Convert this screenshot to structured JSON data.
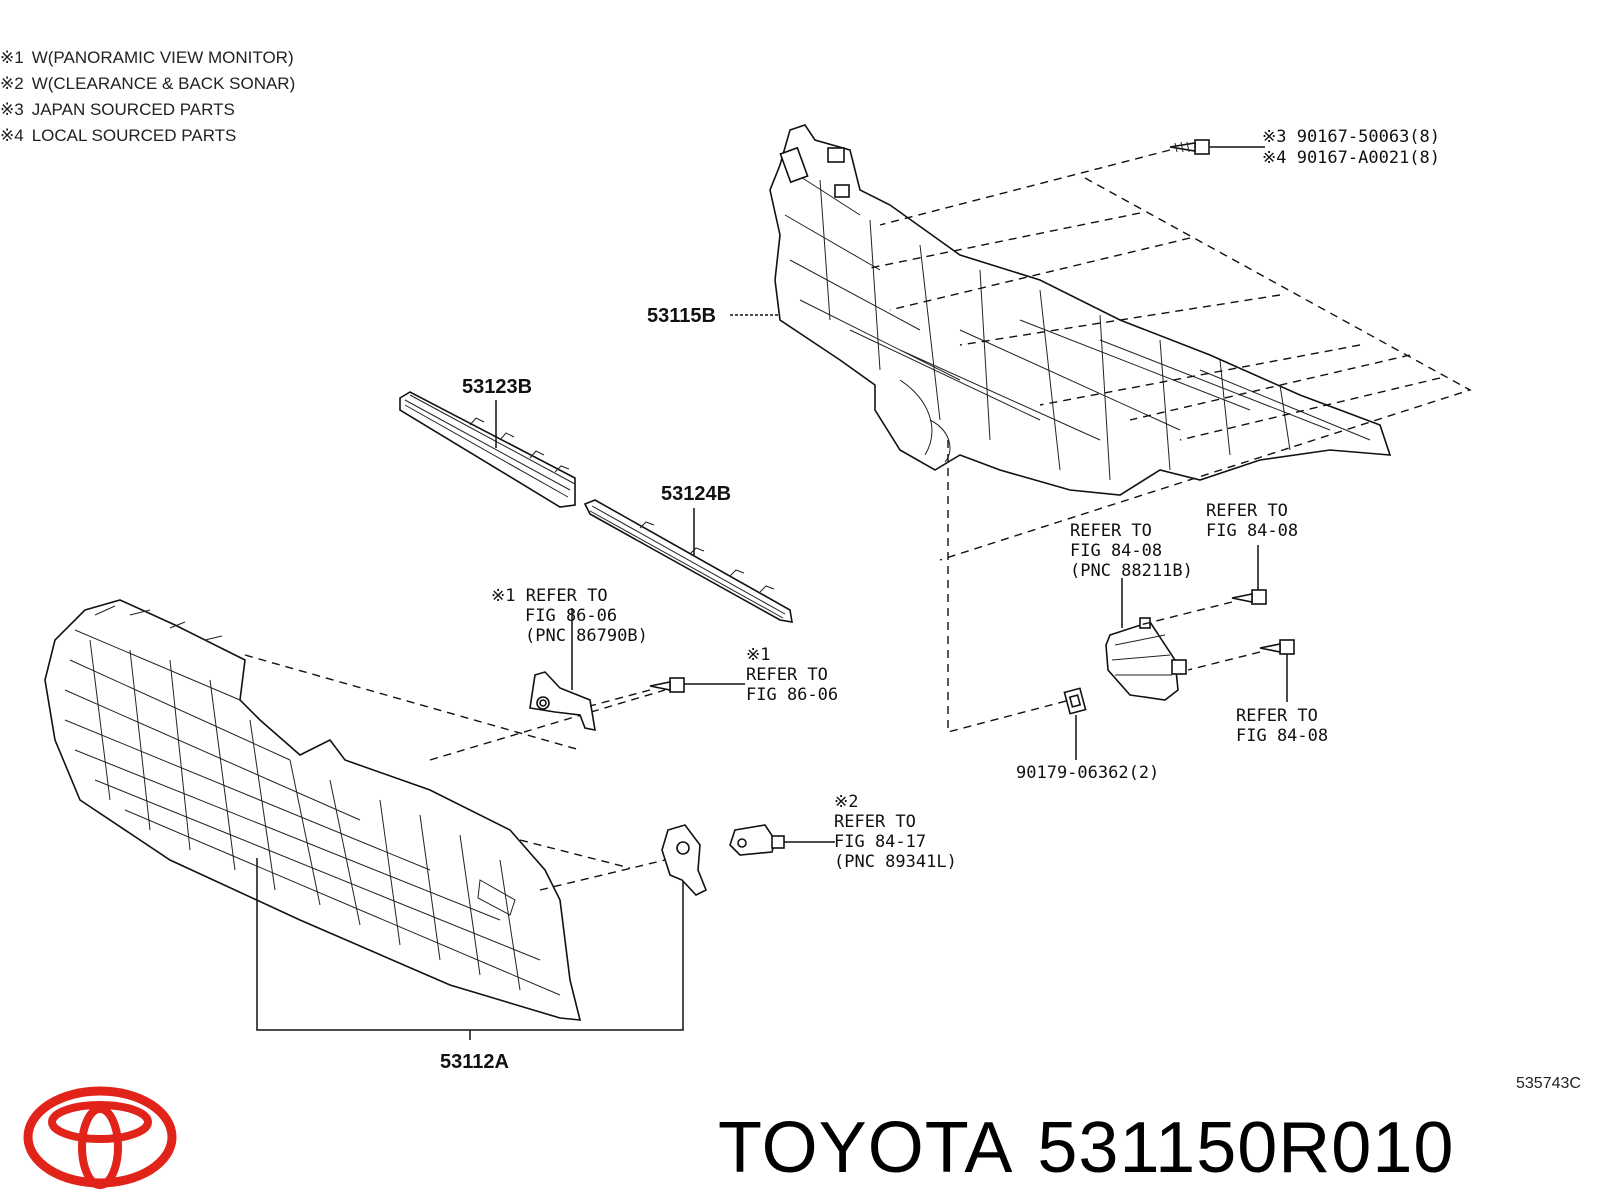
{
  "legend": [
    {
      "mark": "※1",
      "text": "W(PANORAMIC VIEW MONITOR)"
    },
    {
      "mark": "※2",
      "text": "W(CLEARANCE & BACK SONAR)"
    },
    {
      "mark": "※3",
      "text": "JAPAN SOURCED PARTS"
    },
    {
      "mark": "※4",
      "text": "LOCAL SOURCED PARTS"
    }
  ],
  "parts": {
    "p53115B": "53115B",
    "p53123B": "53123B",
    "p53124B": "53124B",
    "p53112A": "53112A",
    "bolt3": "※3 90167-50063(8)",
    "bolt4": "※4 90167-A0021(8)",
    "nut": "90179-06362(2)"
  },
  "refs": {
    "r1": [
      "※1 REFER TO",
      "FIG 86-06",
      "(PNC 86790B)"
    ],
    "r2": [
      "※1",
      "REFER TO",
      "FIG 86-06"
    ],
    "r3": [
      "REFER TO",
      "FIG 84-08",
      "(PNC 88211B)"
    ],
    "r4": [
      "REFER TO",
      "FIG 84-08"
    ],
    "r5": [
      "REFER TO",
      "FIG 84-08"
    ],
    "r6": [
      "※2",
      "REFER TO",
      "FIG 84-17",
      "(PNC 89341L)"
    ]
  },
  "illustration_id": "535743C",
  "footer": {
    "brand": "TOYOTA",
    "part_number": "531150R010",
    "logo_color": "#e2231a"
  }
}
